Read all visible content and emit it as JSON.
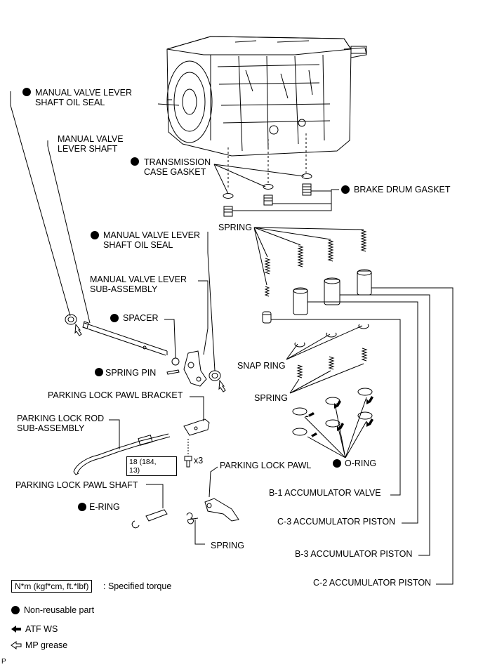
{
  "labels": {
    "manual_valve_lever_shaft_oil_seal_1": [
      "MANUAL VALVE LEVER",
      "SHAFT OIL SEAL"
    ],
    "manual_valve_lever_shaft": [
      "MANUAL VALVE",
      "LEVER SHAFT"
    ],
    "transmission_case_gasket": [
      "TRANSMISSION",
      "CASE GASKET"
    ],
    "brake_drum_gasket": "BRAKE DRUM GASKET",
    "spring_top": "SPRING",
    "manual_valve_lever_shaft_oil_seal_2": [
      "MANUAL VALVE LEVER",
      "SHAFT OIL SEAL"
    ],
    "manual_valve_lever_sub_assembly": [
      "MANUAL VALVE LEVER",
      "SUB-ASSEMBLY"
    ],
    "spacer": "SPACER",
    "spring_pin": "SPRING PIN",
    "snap_ring": "SNAP RING",
    "spring_mid": "SPRING",
    "parking_lock_pawl_bracket": "PARKING LOCK PAWL BRACKET",
    "parking_lock_rod_sub_assembly": [
      "PARKING LOCK ROD",
      "SUB-ASSEMBLY"
    ],
    "torque_value": [
      "18 (184,",
      "13)"
    ],
    "bolt_qty": "x3",
    "parking_lock_pawl": "PARKING LOCK PAWL",
    "o_ring": "O-RING",
    "parking_lock_pawl_shaft": "PARKING LOCK PAWL SHAFT",
    "b1_accumulator_valve": "B-1 ACCUMULATOR VALVE",
    "e_ring": "E-RING",
    "c3_accumulator_piston": "C-3 ACCUMULATOR PISTON",
    "spring_bottom": "SPRING",
    "b3_accumulator_piston": "B-3 ACCUMULATOR PISTON",
    "c2_accumulator_piston": "C-2 ACCUMULATOR PISTON"
  },
  "legend": {
    "torque_box": "N*m (kgf*cm, ft.*lbf)",
    "torque_desc": ": Specified torque",
    "non_reusable": "Non-reusable part",
    "atf_ws": "ATF WS",
    "mp_grease": "MP grease"
  },
  "footer": {
    "page_letter": "P"
  }
}
